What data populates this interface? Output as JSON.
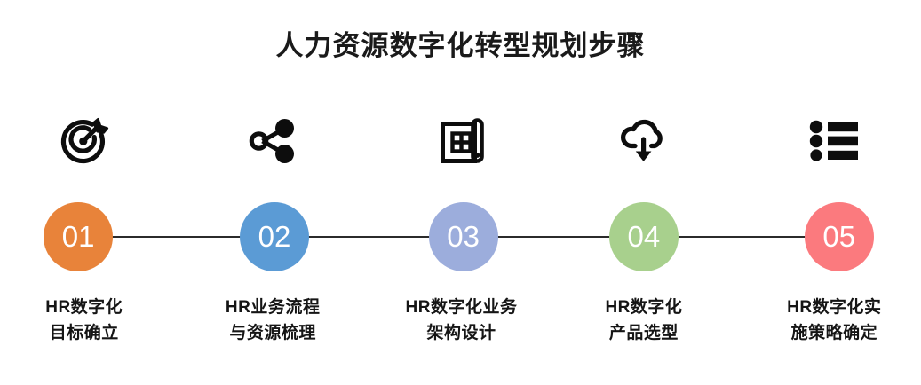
{
  "title": "人力资源数字化转型规划步骤",
  "connector": {
    "color": "#2b2b2b"
  },
  "steps": [
    {
      "number": "01",
      "icon": "target-arrow-icon",
      "color": "#E8833A",
      "label_line1": "HR数字化",
      "label_line2": "目标确立"
    },
    {
      "number": "02",
      "icon": "share-network-icon",
      "color": "#5B9BD5",
      "label_line1": "HR业务流程",
      "label_line2": "与资源梳理"
    },
    {
      "number": "03",
      "icon": "blueprint-icon",
      "color": "#9CADDC",
      "label_line1": "HR数字化业务",
      "label_line2": "架构设计"
    },
    {
      "number": "04",
      "icon": "cloud-download-icon",
      "color": "#A8D08D",
      "label_line1": "HR数字化",
      "label_line2": "产品选型"
    },
    {
      "number": "05",
      "icon": "bullet-list-icon",
      "color": "#FB7A7E",
      "label_line1": "HR数字化实",
      "label_line2": "施策略确定"
    }
  ]
}
